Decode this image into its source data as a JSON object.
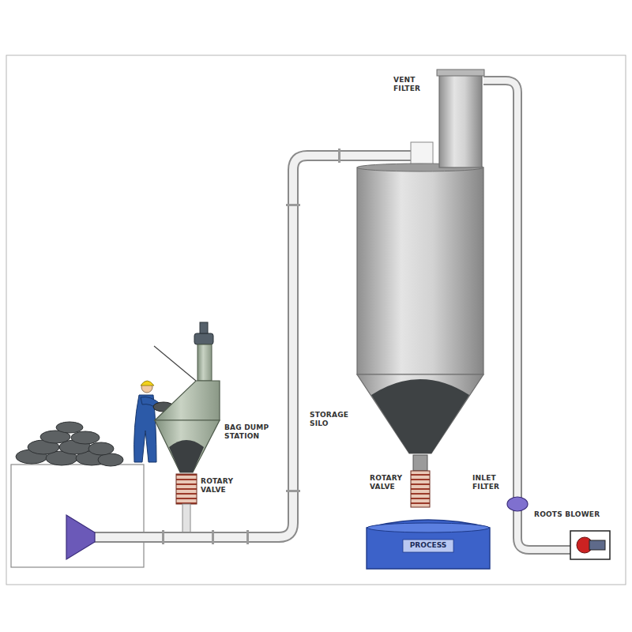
{
  "diagram": {
    "nodes": [
      {
        "text": [
          "PROCESS"
        ]
      }
    ],
    "labels": [
      "VENT FILTER",
      "BAG DUMP STATION",
      "ROTARY VALVE",
      "STORAGE SILO",
      "ROTARY VALVE",
      "INLET FILTER",
      "ROOTS BLOWER"
    ]
  }
}
